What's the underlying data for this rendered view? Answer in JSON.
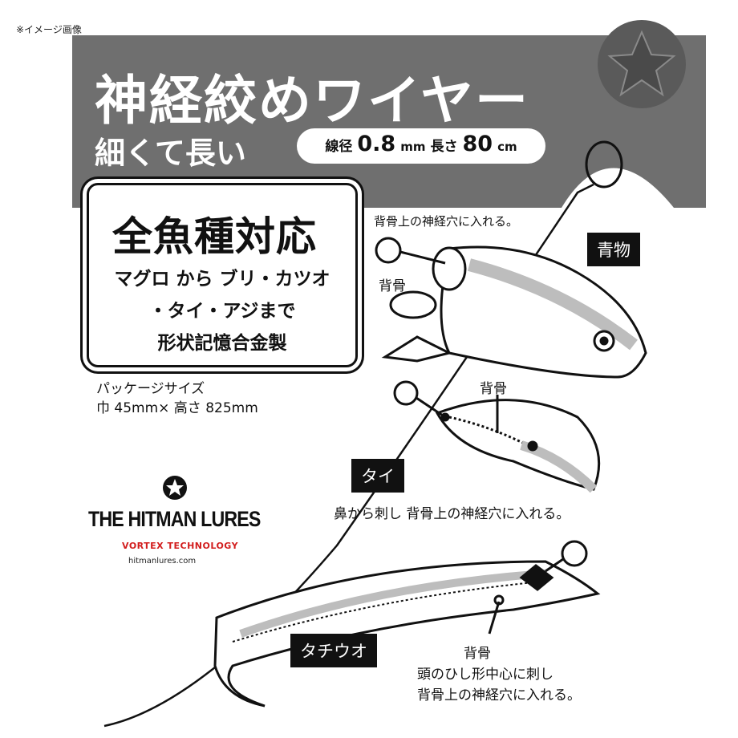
{
  "note": "※イメージ画像",
  "header": {
    "title": "神経絞めワイヤー",
    "subtitle": "細くて長い",
    "spec": {
      "diameter_label": "線径",
      "diameter_value": "0.8",
      "diameter_unit": "mm",
      "length_label": "長さ",
      "length_value": "80",
      "length_unit": "cm"
    }
  },
  "feature_box": {
    "title": "全魚種対応",
    "line1": "マグロ から ブリ・カツオ",
    "line2": "・タイ・アジまで",
    "line3": "形状記憶合金製"
  },
  "package": {
    "label": "パッケージサイズ",
    "size": "巾 45mm× 高さ 825mm"
  },
  "logo": {
    "main": "THE HITMAN LURES",
    "sub": "VORTEX TECHNOLOGY",
    "url": "hitmanlures.com"
  },
  "fish": {
    "aomono": {
      "tag": "青物",
      "caption": "背骨上の神経穴に入れる。",
      "backbone_label": "背骨"
    },
    "tai": {
      "tag": "タイ",
      "caption": "鼻から刺し 背骨上の神経穴に入れる。",
      "backbone_label": "背骨"
    },
    "tachiuo": {
      "tag": "タチウオ",
      "backbone_label": "背骨",
      "caption1": "頭のひし形中心に刺し",
      "caption2": "背骨上の神経穴に入れる。"
    }
  },
  "colors": {
    "banner": "#6f6f6f",
    "accent_red": "#d21d1d",
    "tag_bg": "#111111"
  }
}
